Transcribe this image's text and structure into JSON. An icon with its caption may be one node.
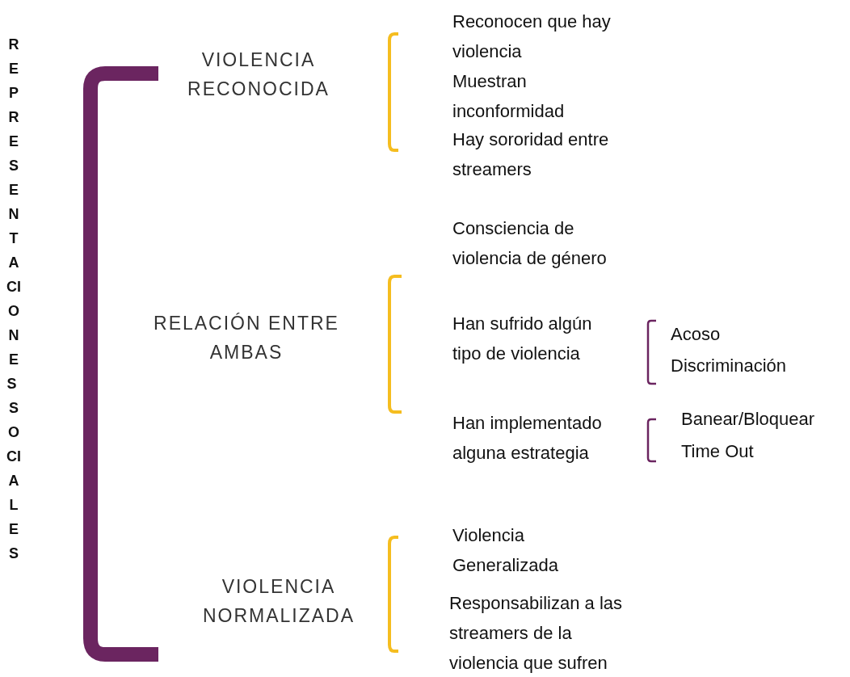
{
  "diagram": {
    "title": "REPRESENTACIONES SOCIALES",
    "labels": [
      "VIOLENCIA RECONOCIDA",
      "Reconocen que hay violencia",
      "Muestran inconformidad",
      "Hay sororidad entre streamers",
      "Consciencia de violencia de género",
      "RELACIÓN ENTRE AMBAS",
      "Han sufrido algún tipo de violencia",
      "Acoso",
      "Discriminación",
      "Han implementado alguna estrategia",
      "Banear/Bloquear",
      "Time Out",
      "Violencia Generalizada",
      "VIOLENCIA NORMALIZADA",
      "Responsabilizan a las streamers de la violencia que sufren"
    ]
  }
}
